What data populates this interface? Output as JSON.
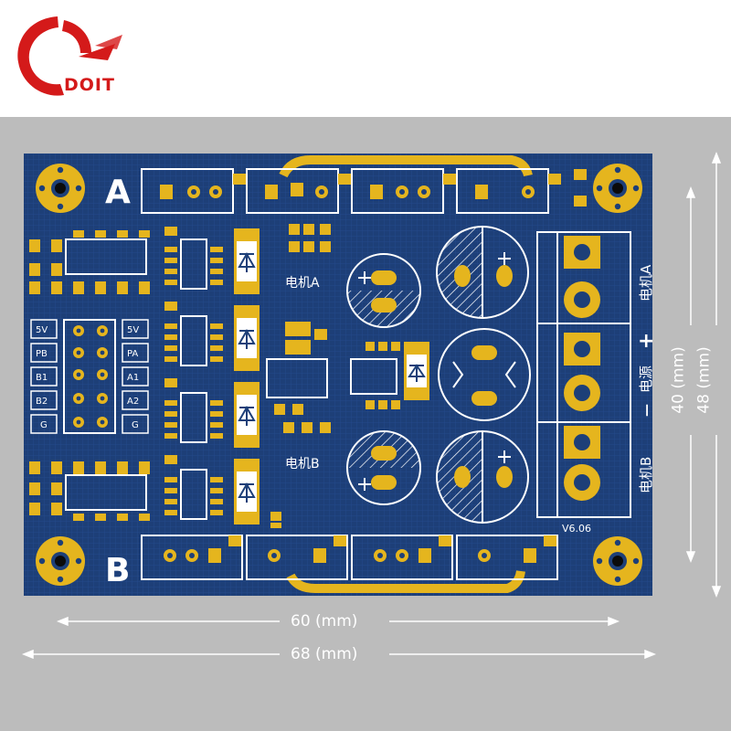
{
  "logo": {
    "text": "DOIT"
  },
  "board": {
    "label_a": "A",
    "label_b": "B",
    "motor_a": "电机A",
    "motor_b": "电机B",
    "motor_a_vertical": "电机A",
    "motor_b_vertical": "电机B",
    "power_vertical": "电源",
    "plus": "+",
    "minus": "—",
    "version": "V6.06",
    "header_left": [
      "5V",
      "PB",
      "B1",
      "B2",
      "G"
    ],
    "header_right": [
      "5V",
      "PA",
      "A1",
      "A2",
      "G"
    ]
  },
  "dimensions": {
    "width_inner": "60 (mm)",
    "width_outer": "68 (mm)",
    "height_inner": "40 (mm)",
    "height_outer": "48 (mm)"
  },
  "colors": {
    "board": "#1d3f78",
    "copper": "#e5b51e",
    "silk": "#ffffff",
    "background": "#bcbcbc",
    "logo": "#d41a1a"
  }
}
